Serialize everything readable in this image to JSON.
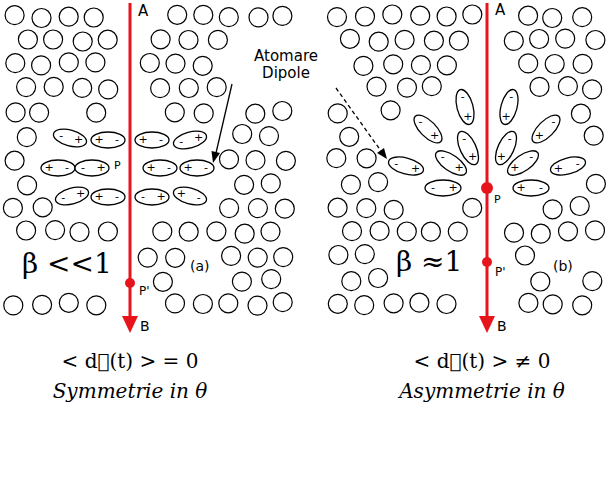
{
  "diagram": {
    "nodes": [
      {
        "text": [
          "-",
          "+"
        ]
      },
      {
        "text": [
          "+",
          "-"
        ]
      },
      {
        "text": [
          "+",
          "-"
        ]
      },
      {
        "text": [
          "-",
          "+"
        ]
      },
      {
        "text": [
          "+",
          "-"
        ]
      },
      {
        "text": [
          "-",
          "+"
        ]
      },
      {
        "text": [
          "+",
          "-"
        ]
      },
      {
        "text": [
          "+",
          "-"
        ]
      },
      {
        "text": [
          "-",
          "+"
        ]
      },
      {
        "text": [
          "+",
          "-"
        ]
      },
      {
        "text": [
          "-",
          "+"
        ]
      },
      {
        "text": [
          "+",
          "-"
        ]
      },
      {
        "text": [
          "-",
          "+"
        ]
      },
      {
        "text": [
          "-",
          "+"
        ]
      },
      {
        "text": [
          "-",
          "+"
        ]
      },
      {
        "text": [
          "+",
          "-"
        ]
      },
      {
        "text": [
          "+",
          "-"
        ]
      },
      {
        "text": [
          "+",
          "-"
        ]
      },
      {
        "text": [
          "-",
          "+"
        ]
      },
      {
        "text": [
          "-",
          "+"
        ]
      },
      {
        "text": [
          "-",
          "+"
        ]
      },
      {
        "text": [
          "+",
          "-"
        ]
      },
      {
        "text": [
          "+",
          "-"
        ]
      },
      {
        "text": [
          "+",
          "-"
        ]
      }
    ],
    "labels": [
      "A",
      "P",
      "P'",
      "B",
      "β <<1",
      "(a)",
      "A",
      "P",
      "P'",
      "B",
      "β ≈1",
      "(b)",
      "Atomare Dipole",
      "< d⃗(t) > = 0",
      "Symmetrie in θ",
      "< d⃗(t) > ≠ 0",
      "Asymmetrie in θ"
    ]
  }
}
